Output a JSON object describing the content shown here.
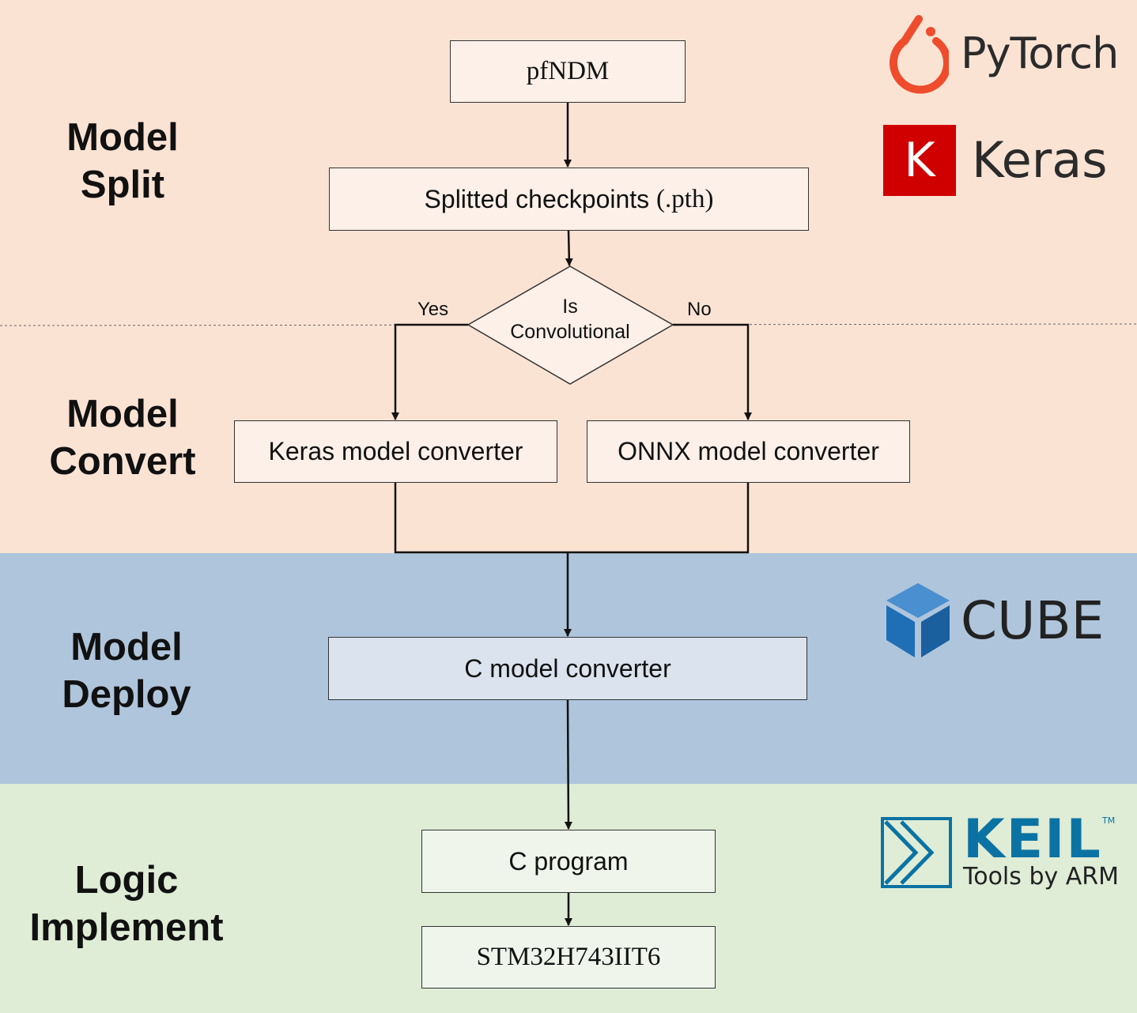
{
  "colors": {
    "band_split": "#fbe3d4",
    "band_deploy": "#afc5dc",
    "band_implement": "#dfecd6",
    "box_peach": "#fcf0e8",
    "box_blue": "#dae3ee",
    "box_green": "#eff5ea",
    "pytorch": "#ee4c2c",
    "keras": "#d00000",
    "cube": "#1f6fb7",
    "keil": "#0b73a3"
  },
  "stages": {
    "split": [
      "Model",
      "Split"
    ],
    "convert": [
      "Model",
      "Convert"
    ],
    "deploy": [
      "Model",
      "Deploy"
    ],
    "implement": [
      "Logic",
      "Implement"
    ]
  },
  "nodes": {
    "pfndm": "pfNDM",
    "checkpoints_prefix": "Splitted checkpoints ",
    "checkpoints_suffix": "(.pth)",
    "decision": [
      "Is",
      "Convolutional"
    ],
    "keras_converter": "Keras model converter",
    "onnx_converter": "ONNX model converter",
    "c_converter": "C model converter",
    "c_program": "C program",
    "mcu": "STM32H743IIT6"
  },
  "edge_labels": {
    "yes": "Yes",
    "no": "No"
  },
  "logos": {
    "pytorch": {
      "icon": "pytorch-flame-icon",
      "text": "PyTorch"
    },
    "keras": {
      "icon": "keras-k-icon",
      "letter": "K",
      "text": "Keras"
    },
    "cube": {
      "icon": "cube-icon",
      "text": "CUBE"
    },
    "keil": {
      "icon": "keil-chevron-icon",
      "text": "KEIL",
      "tm": "TM",
      "tagline": "Tools by ARM"
    }
  }
}
